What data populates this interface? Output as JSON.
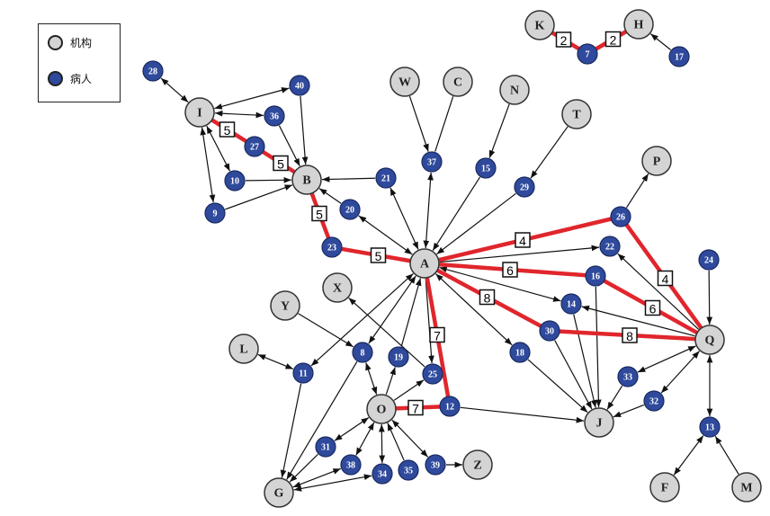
{
  "legend": {
    "items": [
      {
        "label": "机构",
        "type": "institution"
      },
      {
        "label": "病人",
        "type": "patient"
      }
    ]
  },
  "colors": {
    "institution": "#d4d4d4",
    "patient": "#2f4a9c",
    "highlight": "#e0262c",
    "edge": "#111111"
  },
  "nodes": [
    {
      "id": "I",
      "type": "institution"
    },
    {
      "id": "B",
      "type": "institution"
    },
    {
      "id": "A",
      "type": "institution"
    },
    {
      "id": "W",
      "type": "institution"
    },
    {
      "id": "C",
      "type": "institution"
    },
    {
      "id": "N",
      "type": "institution"
    },
    {
      "id": "T",
      "type": "institution"
    },
    {
      "id": "P",
      "type": "institution"
    },
    {
      "id": "Q",
      "type": "institution"
    },
    {
      "id": "J",
      "type": "institution"
    },
    {
      "id": "O",
      "type": "institution"
    },
    {
      "id": "G",
      "type": "institution"
    },
    {
      "id": "L",
      "type": "institution"
    },
    {
      "id": "Y",
      "type": "institution"
    },
    {
      "id": "X",
      "type": "institution"
    },
    {
      "id": "Z",
      "type": "institution"
    },
    {
      "id": "F",
      "type": "institution"
    },
    {
      "id": "M",
      "type": "institution"
    },
    {
      "id": "K",
      "type": "institution"
    },
    {
      "id": "H",
      "type": "institution"
    },
    {
      "id": "28",
      "type": "patient"
    },
    {
      "id": "40",
      "type": "patient"
    },
    {
      "id": "36",
      "type": "patient"
    },
    {
      "id": "27",
      "type": "patient"
    },
    {
      "id": "10",
      "type": "patient"
    },
    {
      "id": "9",
      "type": "patient"
    },
    {
      "id": "21",
      "type": "patient"
    },
    {
      "id": "20",
      "type": "patient"
    },
    {
      "id": "23",
      "type": "patient"
    },
    {
      "id": "37",
      "type": "patient"
    },
    {
      "id": "15",
      "type": "patient"
    },
    {
      "id": "29",
      "type": "patient"
    },
    {
      "id": "26",
      "type": "patient"
    },
    {
      "id": "22",
      "type": "patient"
    },
    {
      "id": "16",
      "type": "patient"
    },
    {
      "id": "14",
      "type": "patient"
    },
    {
      "id": "30",
      "type": "patient"
    },
    {
      "id": "18",
      "type": "patient"
    },
    {
      "id": "24",
      "type": "patient"
    },
    {
      "id": "33",
      "type": "patient"
    },
    {
      "id": "32",
      "type": "patient"
    },
    {
      "id": "13",
      "type": "patient"
    },
    {
      "id": "11",
      "type": "patient"
    },
    {
      "id": "8",
      "type": "patient"
    },
    {
      "id": "19",
      "type": "patient"
    },
    {
      "id": "25",
      "type": "patient"
    },
    {
      "id": "12",
      "type": "patient"
    },
    {
      "id": "31",
      "type": "patient"
    },
    {
      "id": "38",
      "type": "patient"
    },
    {
      "id": "34",
      "type": "patient"
    },
    {
      "id": "35",
      "type": "patient"
    },
    {
      "id": "39",
      "type": "patient"
    },
    {
      "id": "7",
      "type": "patient"
    },
    {
      "id": "17",
      "type": "patient"
    }
  ],
  "edges": [
    {
      "from": "28",
      "to": "I",
      "dir": "both"
    },
    {
      "from": "I",
      "to": "40",
      "dir": "both"
    },
    {
      "from": "I",
      "to": "36",
      "dir": "both"
    },
    {
      "from": "I",
      "to": "10",
      "dir": "both"
    },
    {
      "from": "I",
      "to": "9",
      "dir": "both"
    },
    {
      "from": "40",
      "to": "B",
      "dir": "fwd"
    },
    {
      "from": "36",
      "to": "B",
      "dir": "fwd"
    },
    {
      "from": "10",
      "to": "B",
      "dir": "fwd"
    },
    {
      "from": "9",
      "to": "B",
      "dir": "fwd"
    },
    {
      "from": "21",
      "to": "B",
      "dir": "fwd"
    },
    {
      "from": "20",
      "to": "B",
      "dir": "fwd"
    },
    {
      "from": "A",
      "to": "20",
      "dir": "both"
    },
    {
      "from": "A",
      "to": "21",
      "dir": "both"
    },
    {
      "from": "W",
      "to": "37",
      "dir": "fwd"
    },
    {
      "from": "C",
      "to": "37",
      "dir": "none"
    },
    {
      "from": "37",
      "to": "A",
      "dir": "both"
    },
    {
      "from": "N",
      "to": "15",
      "dir": "fwd"
    },
    {
      "from": "15",
      "to": "A",
      "dir": "fwd"
    },
    {
      "from": "T",
      "to": "29",
      "dir": "fwd"
    },
    {
      "from": "29",
      "to": "A",
      "dir": "fwd"
    },
    {
      "from": "26",
      "to": "P",
      "dir": "fwd"
    },
    {
      "from": "A",
      "to": "22",
      "dir": "fwd"
    },
    {
      "from": "Q",
      "to": "22",
      "dir": "fwd"
    },
    {
      "from": "A",
      "to": "14",
      "dir": "both"
    },
    {
      "from": "Q",
      "to": "14",
      "dir": "fwd"
    },
    {
      "from": "A",
      "to": "18",
      "dir": "both"
    },
    {
      "from": "24",
      "to": "Q",
      "dir": "fwd"
    },
    {
      "from": "Q",
      "to": "33",
      "dir": "both"
    },
    {
      "from": "Q",
      "to": "32",
      "dir": "both"
    },
    {
      "from": "Q",
      "to": "13",
      "dir": "both"
    },
    {
      "from": "13",
      "to": "F",
      "dir": "both"
    },
    {
      "from": "M",
      "to": "13",
      "dir": "fwd"
    },
    {
      "from": "16",
      "to": "J",
      "dir": "fwd"
    },
    {
      "from": "14",
      "to": "J",
      "dir": "fwd"
    },
    {
      "from": "30",
      "to": "J",
      "dir": "fwd"
    },
    {
      "from": "18",
      "to": "J",
      "dir": "fwd"
    },
    {
      "from": "33",
      "to": "J",
      "dir": "fwd"
    },
    {
      "from": "32",
      "to": "J",
      "dir": "fwd"
    },
    {
      "from": "12",
      "to": "J",
      "dir": "fwd"
    },
    {
      "from": "A",
      "to": "25",
      "dir": "fwd"
    },
    {
      "from": "25",
      "to": "X",
      "dir": "fwd"
    },
    {
      "from": "A",
      "to": "11",
      "dir": "both"
    },
    {
      "from": "L",
      "to": "11",
      "dir": "both"
    },
    {
      "from": "11",
      "to": "G",
      "dir": "fwd"
    },
    {
      "from": "Y",
      "to": "8",
      "dir": "fwd"
    },
    {
      "from": "A",
      "to": "8",
      "dir": "both"
    },
    {
      "from": "8",
      "to": "O",
      "dir": "both"
    },
    {
      "from": "8",
      "to": "G",
      "dir": "fwd"
    },
    {
      "from": "O",
      "to": "19",
      "dir": "fwd"
    },
    {
      "from": "19",
      "to": "A",
      "dir": "fwd"
    },
    {
      "from": "O",
      "to": "25",
      "dir": "fwd"
    },
    {
      "from": "O",
      "to": "31",
      "dir": "both"
    },
    {
      "from": "O",
      "to": "38",
      "dir": "both"
    },
    {
      "from": "O",
      "to": "34",
      "dir": "both"
    },
    {
      "from": "35",
      "to": "O",
      "dir": "fwd"
    },
    {
      "from": "O",
      "to": "39",
      "dir": "both"
    },
    {
      "from": "39",
      "to": "Z",
      "dir": "fwd"
    },
    {
      "from": "31",
      "to": "G",
      "dir": "fwd"
    },
    {
      "from": "G",
      "to": "38",
      "dir": "both"
    },
    {
      "from": "G",
      "to": "34",
      "dir": "both"
    },
    {
      "from": "17",
      "to": "H",
      "dir": "fwd"
    }
  ],
  "highlighted_edges": [
    {
      "from": "I",
      "to": "27",
      "weight": "5"
    },
    {
      "from": "27",
      "to": "B",
      "weight": "5"
    },
    {
      "from": "B",
      "to": "23",
      "weight": "5"
    },
    {
      "from": "23",
      "to": "A",
      "weight": "5"
    },
    {
      "from": "A",
      "to": "26",
      "weight": "4"
    },
    {
      "from": "26",
      "to": "Q",
      "weight": "4"
    },
    {
      "from": "A",
      "to": "16",
      "weight": "6"
    },
    {
      "from": "16",
      "to": "Q",
      "weight": "6"
    },
    {
      "from": "A",
      "to": "30",
      "weight": "8"
    },
    {
      "from": "30",
      "to": "Q",
      "weight": "8"
    },
    {
      "from": "A",
      "to": "12",
      "weight": "7"
    },
    {
      "from": "O",
      "to": "12",
      "weight": "7"
    },
    {
      "from": "K",
      "to": "7",
      "weight": "2"
    },
    {
      "from": "7",
      "to": "H",
      "weight": "2"
    }
  ]
}
